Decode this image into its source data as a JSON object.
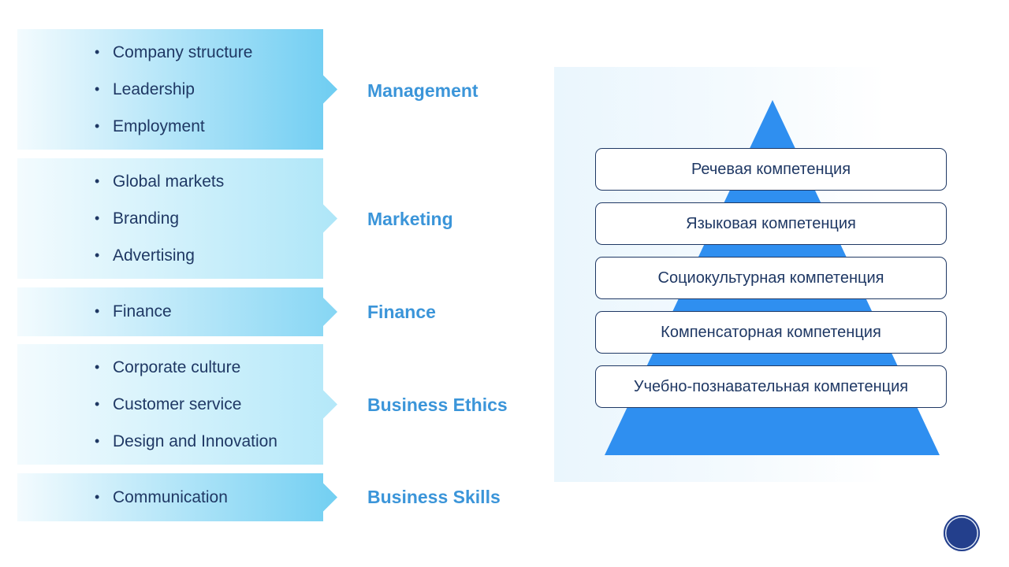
{
  "groups": [
    {
      "label": "Management",
      "items": [
        "Company structure",
        "Leadership",
        "Employment"
      ],
      "color": "#6ecdf2"
    },
    {
      "label": "Marketing",
      "items": [
        "Global markets",
        "Branding",
        "Advertising"
      ],
      "color": "#aee6f8"
    },
    {
      "label": "Finance",
      "items": [
        "Finance"
      ],
      "color": "#86d6f4"
    },
    {
      "label": "Business Ethics",
      "items": [
        "Corporate culture",
        "Customer service",
        "Design and Innovation"
      ],
      "color": "#b4e8f9"
    },
    {
      "label": "Business Skills",
      "items": [
        "Communication"
      ],
      "color": "#72cff2"
    }
  ],
  "pyramid": {
    "color": "#2f8ff0",
    "levels": [
      "Речевая компетенция",
      "Языковая компетенция",
      "Социокультурная компетенция",
      "Компенсаторная компетенция",
      "Учебно-познавательная компетенция"
    ]
  }
}
